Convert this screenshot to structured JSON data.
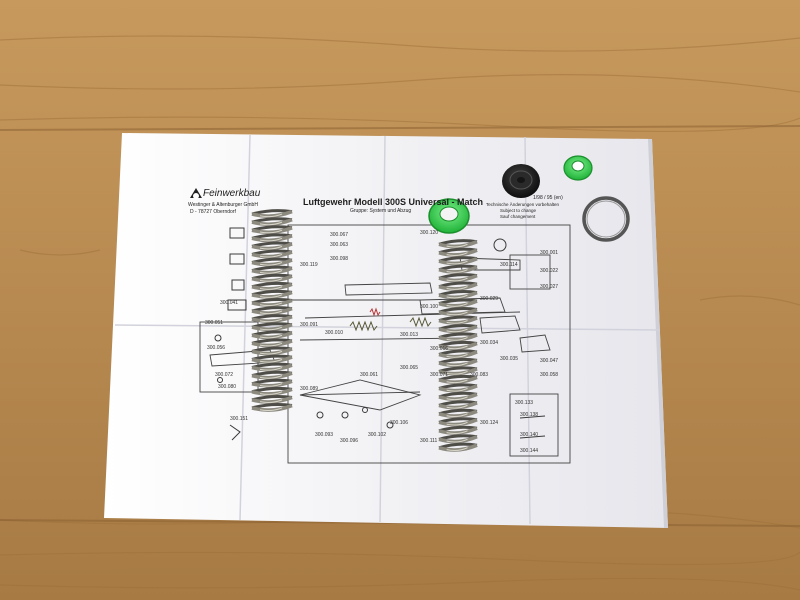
{
  "sheet": {
    "brand": "Feinwerkbau",
    "company_line_1": "Westinger & Altenburger GmbH",
    "company_line_2": "D - 78727 Oberndorf",
    "title": "Luftgewehr Modell 300S Universal - Match",
    "subtitle": "Gruppe: System und Abzug",
    "note_1": "Technische Änderungen vorbehalten",
    "note_2": "Subject to change",
    "note_3": "Sauf changement",
    "date": "1/98 / 95 (en)",
    "part_numbers": [
      "300.067",
      "300.063",
      "300.098",
      "300.119",
      "300.120",
      "300.114",
      "300.001",
      "300.022",
      "300.027",
      "300.041",
      "300.051",
      "300.056",
      "300.072",
      "300.080",
      "300.091",
      "300.100",
      "300.010",
      "300.013",
      "300.016",
      "300.029",
      "300.034",
      "300.035",
      "300.047",
      "300.058",
      "300.061",
      "300.065",
      "300.071",
      "300.083",
      "300.089",
      "300.093",
      "300.096",
      "300.102",
      "300.106",
      "300.111",
      "300.124",
      "300.133",
      "300.138",
      "300.140",
      "300.144",
      "300.151"
    ]
  },
  "colors": {
    "table_wood": "#b98a50",
    "paper": "#f3f3f6",
    "spring_steel": "#7b786f",
    "seal_green": "#35d04c",
    "seal_black": "#1c1c1c"
  }
}
